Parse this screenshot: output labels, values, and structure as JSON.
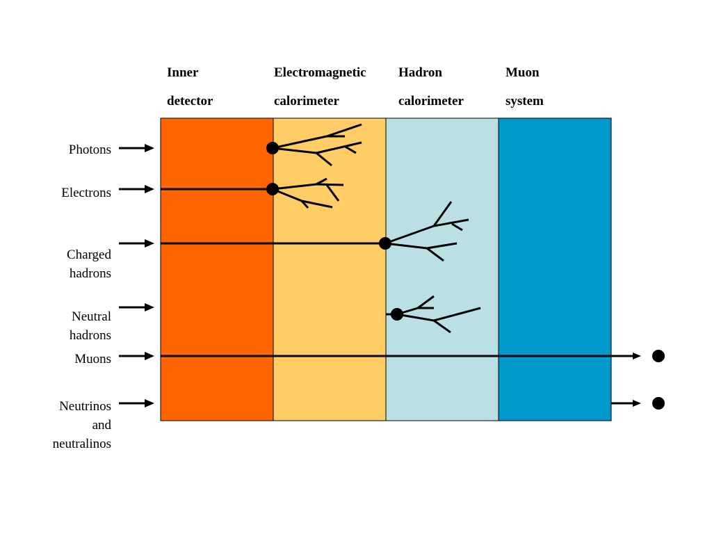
{
  "layers": [
    {
      "line1": "Inner",
      "line2": "detector",
      "color": "#ff6600"
    },
    {
      "line1": "Electromagnetic",
      "line2": "calorimeter",
      "color": "#ffcc66"
    },
    {
      "line1": "Hadron",
      "line2": "calorimeter",
      "color": "#bbe0e3"
    },
    {
      "line1": "Muon",
      "line2": "system",
      "color": "#0099cc"
    }
  ],
  "particles": [
    {
      "label": "Photons"
    },
    {
      "label": "Electrons"
    },
    {
      "label": "Charged\nhadrons"
    },
    {
      "label": "Neutral\nhadrons"
    },
    {
      "label": "Muons"
    },
    {
      "label": "Neutrinos\nand\nneutralinos"
    }
  ],
  "colors": {
    "line": "#000000",
    "border": "#000000"
  }
}
